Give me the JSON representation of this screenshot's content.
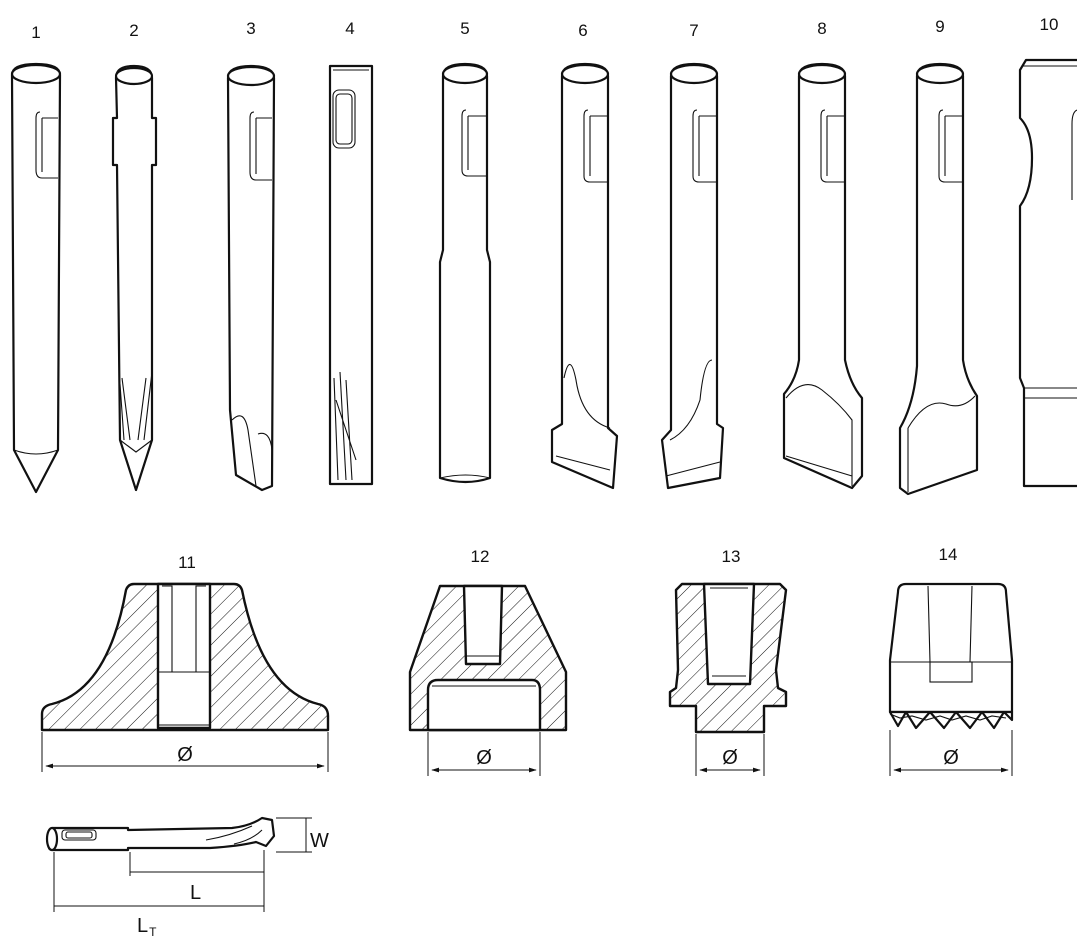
{
  "tool_numbers": [
    "1",
    "2",
    "3",
    "4",
    "5",
    "6",
    "7",
    "8",
    "9",
    "10"
  ],
  "section_numbers": [
    "11",
    "12",
    "13",
    "14"
  ],
  "diameter_symbol": "Ø",
  "dimension_labels": {
    "width": "W",
    "length": "L",
    "total_length": "L",
    "total_length_sub": "T"
  },
  "colors": {
    "line": "#111111",
    "background": "#ffffff"
  }
}
